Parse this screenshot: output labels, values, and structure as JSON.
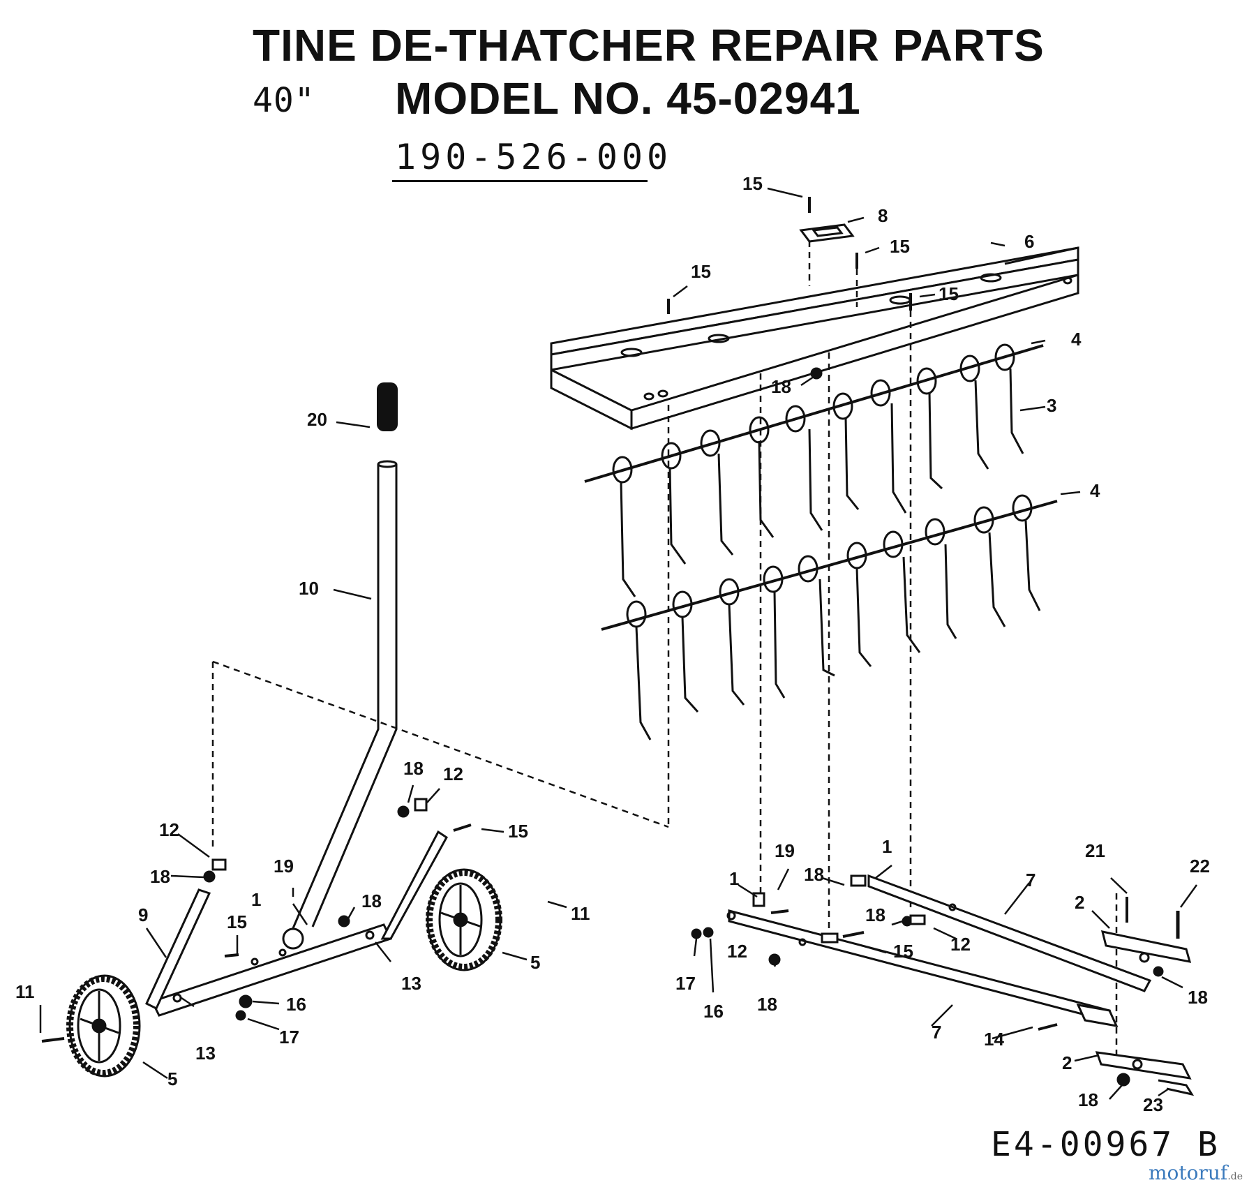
{
  "header": {
    "title": "TINE DE-THATCHER REPAIR PARTS",
    "size": "40\"",
    "model": "MODEL NO. 45-02941",
    "part_number": "190-526-000"
  },
  "footer": {
    "reference": "E4-00967 B",
    "watermark_main": "motoruf",
    "watermark_suffix": ".de"
  },
  "callouts": [
    "1",
    "2",
    "3",
    "4",
    "5",
    "6",
    "7",
    "8",
    "9",
    "10",
    "11",
    "12",
    "13",
    "14",
    "15",
    "16",
    "17",
    "18",
    "19",
    "20",
    "21",
    "22",
    "23"
  ]
}
